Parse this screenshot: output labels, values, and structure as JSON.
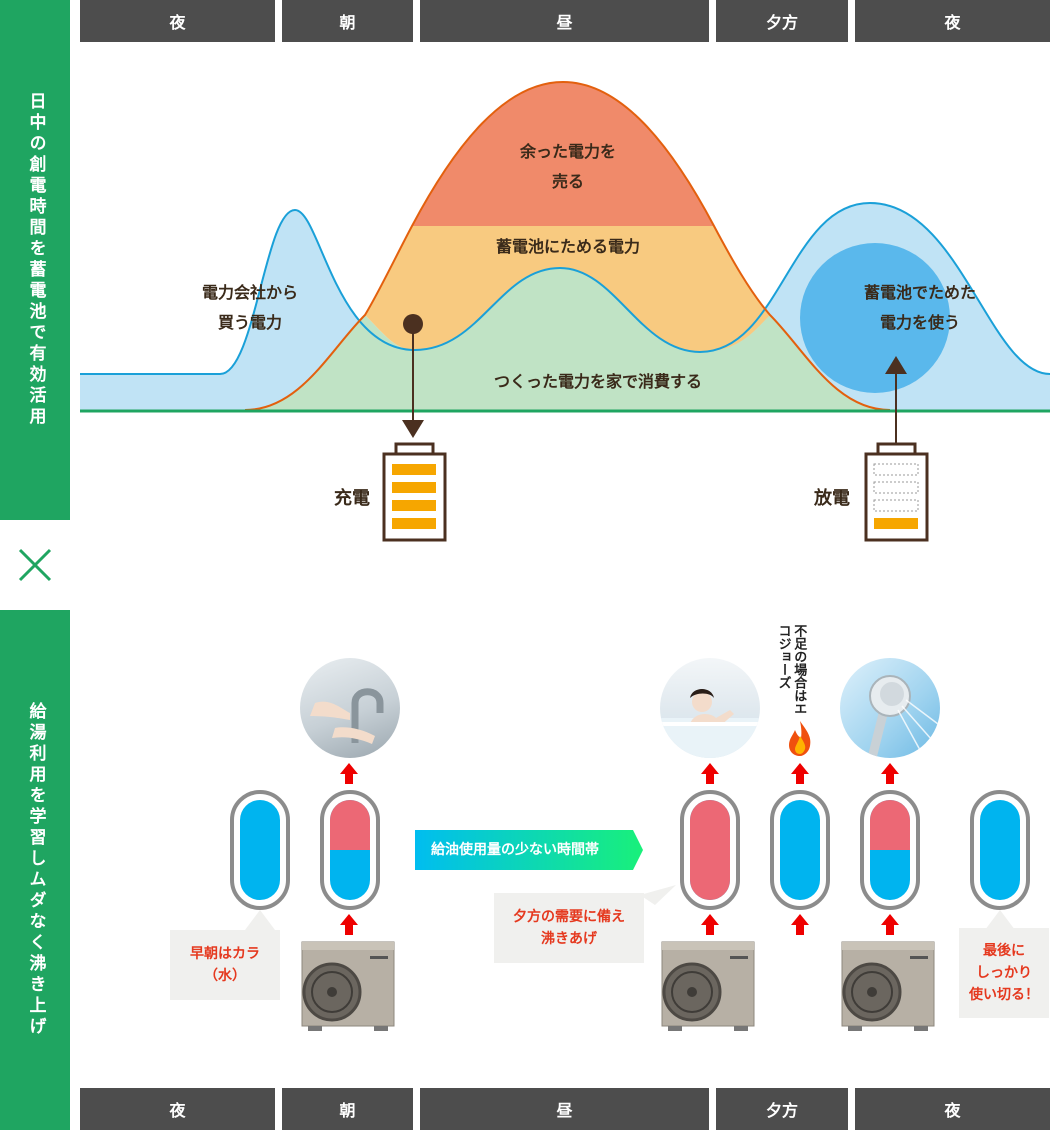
{
  "time_labels_top": [
    "夜",
    "朝",
    "昼",
    "夕方",
    "夜"
  ],
  "time_labels_bottom": [
    "夜",
    "朝",
    "昼",
    "夕方",
    "夜"
  ],
  "side_top": "日中の創電時間を蓄電池で有効活用",
  "side_bottom": "給湯利用を学習しムダなく沸き上げ",
  "cross_symbol": "×",
  "graph": {
    "sell": [
      "余った電力を",
      "売る"
    ],
    "store": "蓄電池にためる電力",
    "buy": [
      "電力会社から",
      "買う電力"
    ],
    "consume": "つくった電力を家で消費する",
    "use_stored": [
      "蓄電池でためた",
      "電力を使う"
    ],
    "charge": "充電",
    "discharge": "放電",
    "colors": {
      "sell": "#f08a6a",
      "store": "#f8ca80",
      "consume": "#c0e3c5",
      "buy": "#c0e3f5",
      "line": "#1aa0d8",
      "solar_line": "#e3600e",
      "ground": "#1fa561",
      "battery_fill": "#f6a600",
      "arrow": "#4b3020"
    }
  },
  "water": {
    "morning_note": [
      "早朝はカラ",
      "（水）"
    ],
    "banner": "給油使用量の少ない時間帯",
    "evening_note": [
      "夕方の需要に備え",
      "沸きあげ"
    ],
    "shortage_note": [
      "不足の場合は",
      "エコジョーズ"
    ],
    "night_note": [
      "最後に",
      "しっかり",
      "使い切る！"
    ],
    "tank_hot_fractions": [
      0,
      0.5,
      1,
      0,
      0.5,
      0
    ],
    "colors": {
      "hot": "#ec6875",
      "cold": "#00b4ef",
      "arrow": "#ee0000",
      "banner_start": "#00bdf0",
      "banner_end": "#19f07a"
    }
  }
}
